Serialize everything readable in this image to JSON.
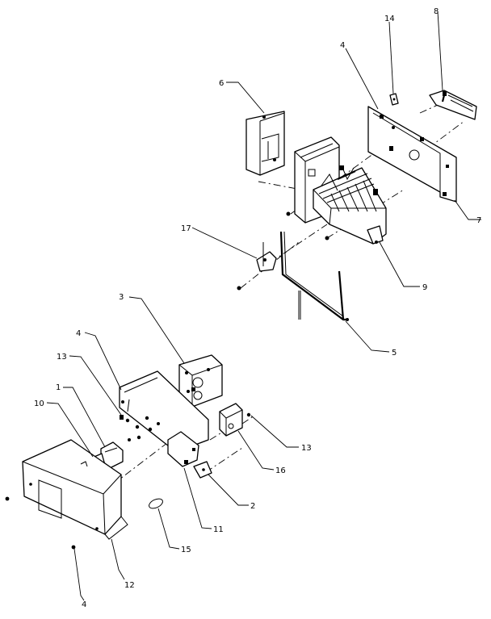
{
  "callouts": [
    {
      "id": "14",
      "text": "14"
    },
    {
      "id": "8a",
      "text": "8"
    },
    {
      "id": "4a",
      "text": "4"
    },
    {
      "id": "6",
      "text": "6"
    },
    {
      "id": "7",
      "text": "7"
    },
    {
      "id": "17",
      "text": "17"
    },
    {
      "id": "9",
      "text": "9"
    },
    {
      "id": "3",
      "text": "3"
    },
    {
      "id": "5",
      "text": "5"
    },
    {
      "id": "4b",
      "text": "4"
    },
    {
      "id": "13a",
      "text": "13"
    },
    {
      "id": "1",
      "text": "1"
    },
    {
      "id": "10",
      "text": "10"
    },
    {
      "id": "13b",
      "text": "13"
    },
    {
      "id": "16",
      "text": "16"
    },
    {
      "id": "2",
      "text": "2"
    },
    {
      "id": "11",
      "text": "11"
    },
    {
      "id": "15",
      "text": "15"
    },
    {
      "id": "12",
      "text": "12"
    },
    {
      "id": "4c",
      "text": "4"
    }
  ]
}
